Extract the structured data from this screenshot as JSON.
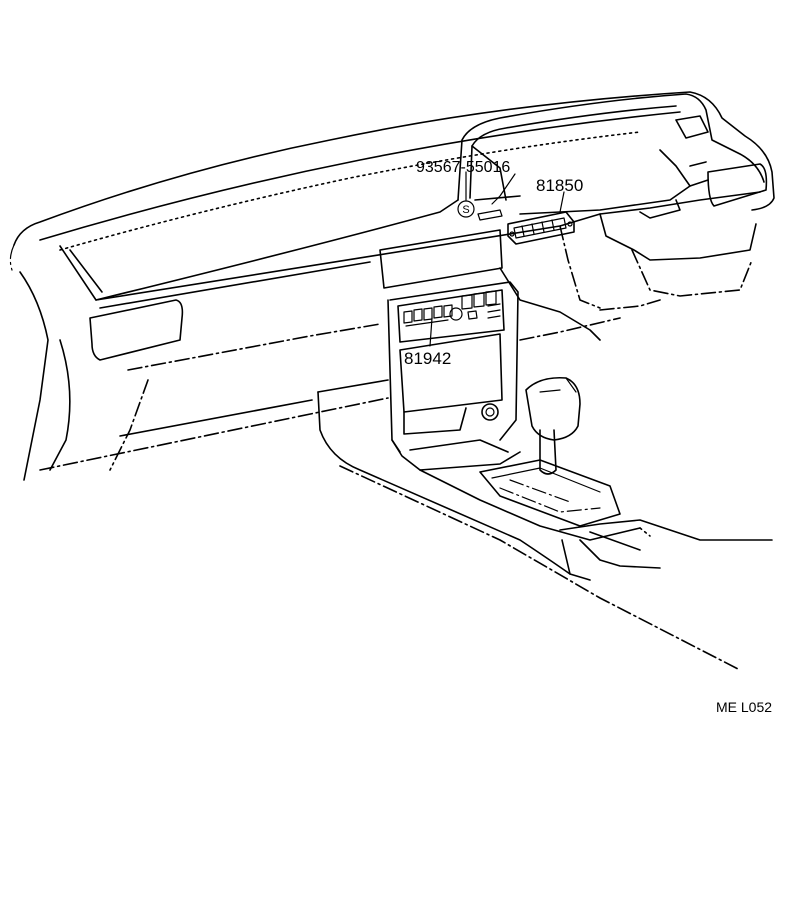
{
  "parts": {
    "screw": {
      "part_number": "93567-55016",
      "symbol": "S"
    },
    "upper_switch": {
      "part_number": "81850"
    },
    "center_switch": {
      "part_number": "81942"
    }
  },
  "figure_code": "ME L052"
}
